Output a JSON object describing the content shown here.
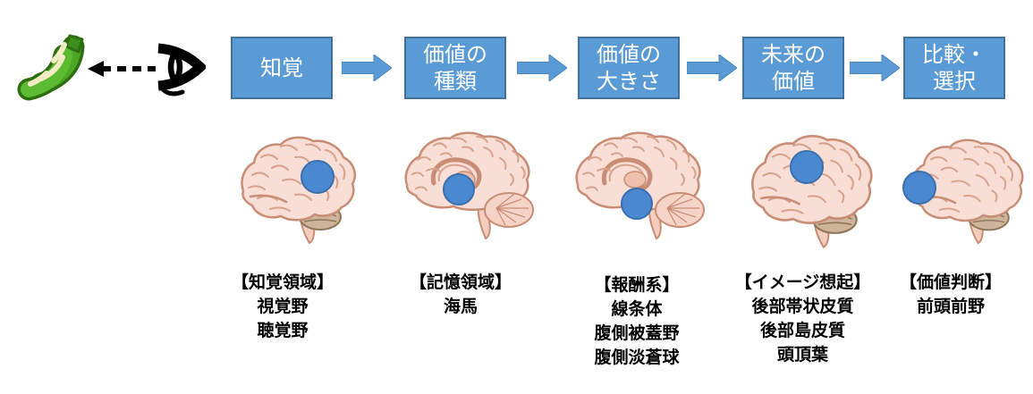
{
  "diagram": {
    "background": "#ffffff",
    "colors": {
      "box_fill": "#5B9BD5",
      "box_border": "#41719C",
      "box_text": "#FFFFFF",
      "flow_arrow": "#5B9BD5",
      "highlight_fill": "#4A89D0",
      "highlight_border": "#3A6FAE",
      "gaze_arrow": "#000000",
      "brain_fill": "#F8DED4",
      "brain_outline": "#C98D76",
      "cerebellum_tan": "#CDB49A",
      "banana_green": "#56B32C"
    },
    "stimulus": {
      "icon": "banana-icon",
      "observer_icon": "eye-icon",
      "gaze_icon": "dashed-arrow-left"
    },
    "stages": [
      {
        "box_lines": [
          "知覚"
        ],
        "brain_view": "lateral",
        "region_heading": "【知覚領域】",
        "region_areas": [
          "視覚野",
          "聴覚野"
        ]
      },
      {
        "box_lines": [
          "価値の",
          "種類"
        ],
        "brain_view": "sagittal",
        "region_heading": "【記憶領域】",
        "region_areas": [
          "海馬"
        ]
      },
      {
        "box_lines": [
          "価値の",
          "大きさ"
        ],
        "brain_view": "sagittal",
        "region_heading": "【報酬系】",
        "region_areas": [
          "線条体",
          "腹側被蓋野",
          "腹側淡蒼球"
        ]
      },
      {
        "box_lines": [
          "未来の",
          "価値"
        ],
        "brain_view": "lateral",
        "region_heading": "【イメージ想起】",
        "region_areas": [
          "後部帯状皮質",
          "後部島皮質",
          "頭頂葉"
        ]
      },
      {
        "box_lines": [
          "比較・",
          "選択"
        ],
        "brain_view": "lateral",
        "region_heading": "【価値判断】",
        "region_areas": [
          "前頭前野"
        ]
      }
    ]
  }
}
